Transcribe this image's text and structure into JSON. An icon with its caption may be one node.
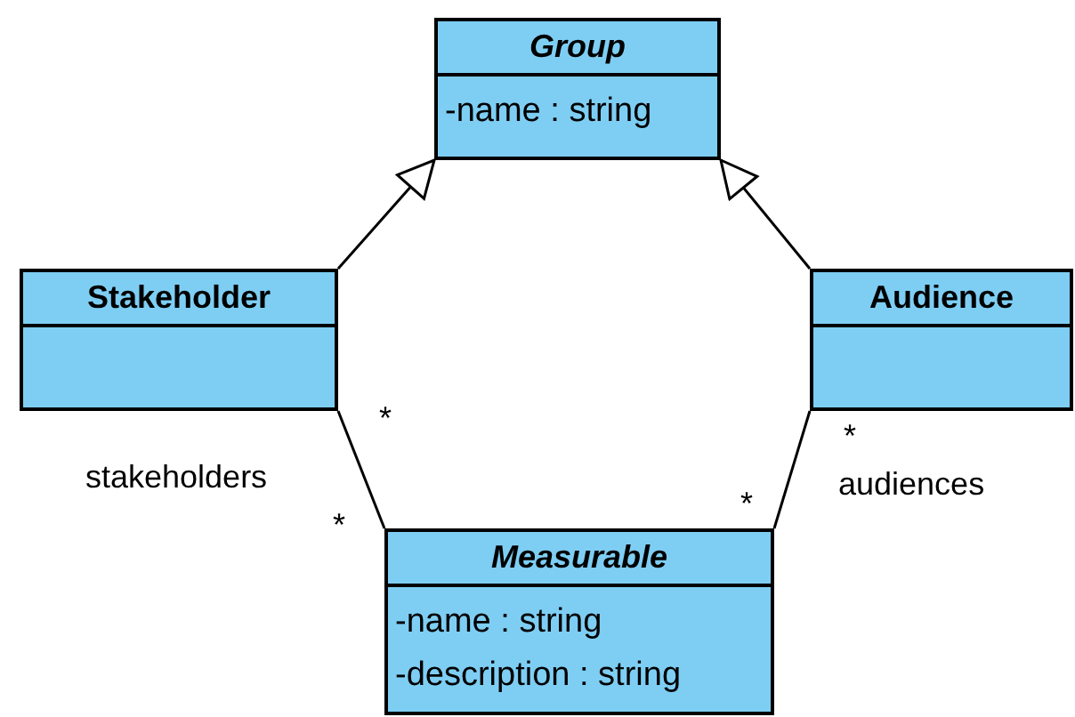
{
  "diagram": {
    "nodes": [
      {
        "text": [
          "Group",
          "-name : string"
        ]
      },
      {
        "text": [
          "Stakeholder"
        ]
      },
      {
        "text": [
          "Audience"
        ]
      },
      {
        "text": [
          "Measurable",
          "-name : string",
          "-description : string"
        ]
      }
    ],
    "edges": [
      {
        "from": 1,
        "to": 0,
        "arrow": "to"
      },
      {
        "from": 2,
        "to": 0,
        "arrow": "to"
      },
      {
        "from": 1,
        "to": 3,
        "arrow": "none"
      },
      {
        "from": 2,
        "to": 3,
        "arrow": "none"
      }
    ],
    "labels": [
      "*",
      "*",
      "stakeholders",
      "audiences",
      "*",
      "*"
    ]
  }
}
